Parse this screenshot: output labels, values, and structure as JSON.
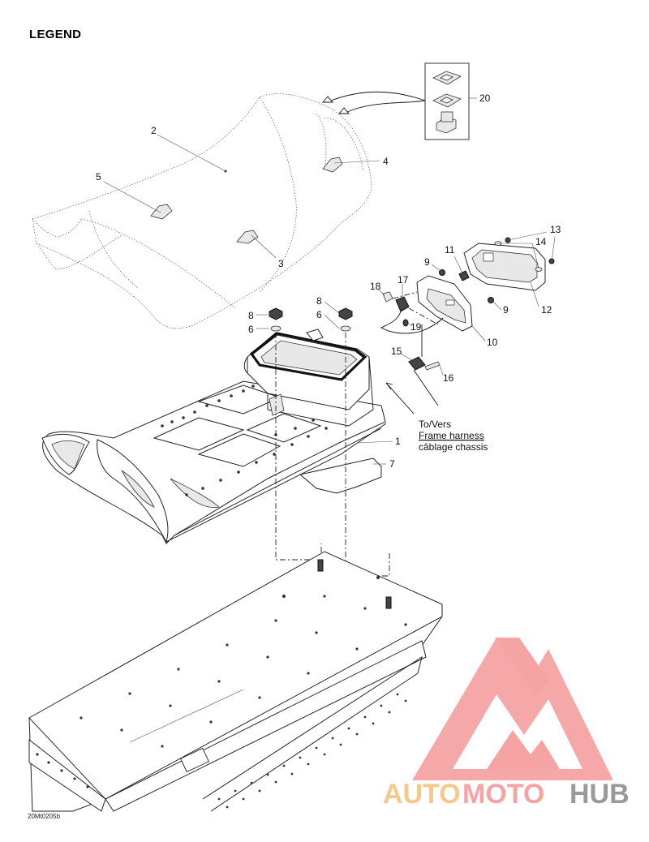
{
  "page": {
    "heading": "LEGEND",
    "reference_code": "20Mt0205b"
  },
  "callouts": [
    {
      "id": "c1",
      "label": "1"
    },
    {
      "id": "c2",
      "label": "2"
    },
    {
      "id": "c3",
      "label": "3"
    },
    {
      "id": "c4",
      "label": "4"
    },
    {
      "id": "c5",
      "label": "5"
    },
    {
      "id": "c6a",
      "label": "6"
    },
    {
      "id": "c6b",
      "label": "6"
    },
    {
      "id": "c7",
      "label": "7"
    },
    {
      "id": "c8a",
      "label": "8"
    },
    {
      "id": "c8b",
      "label": "8"
    },
    {
      "id": "c9a",
      "label": "9"
    },
    {
      "id": "c9b",
      "label": "9"
    },
    {
      "id": "c10",
      "label": "10"
    },
    {
      "id": "c11",
      "label": "11"
    },
    {
      "id": "c12",
      "label": "12"
    },
    {
      "id": "c13",
      "label": "13"
    },
    {
      "id": "c14",
      "label": "14"
    },
    {
      "id": "c15",
      "label": "15"
    },
    {
      "id": "c16",
      "label": "16"
    },
    {
      "id": "c17",
      "label": "17"
    },
    {
      "id": "c18",
      "label": "18"
    },
    {
      "id": "c19",
      "label": "19"
    },
    {
      "id": "c20",
      "label": "20"
    }
  ],
  "harness_note": {
    "line1": "To/Vers",
    "line2": "Frame harness",
    "line3": "câblage chassis"
  },
  "watermark": {
    "text_auto": "AUTO",
    "text_moto": "MOTO",
    "text_hub": "HUB",
    "color_primary": "#f4a0a0",
    "color_accent": "#f6c98a",
    "color_dark": "#9a9a9a"
  }
}
